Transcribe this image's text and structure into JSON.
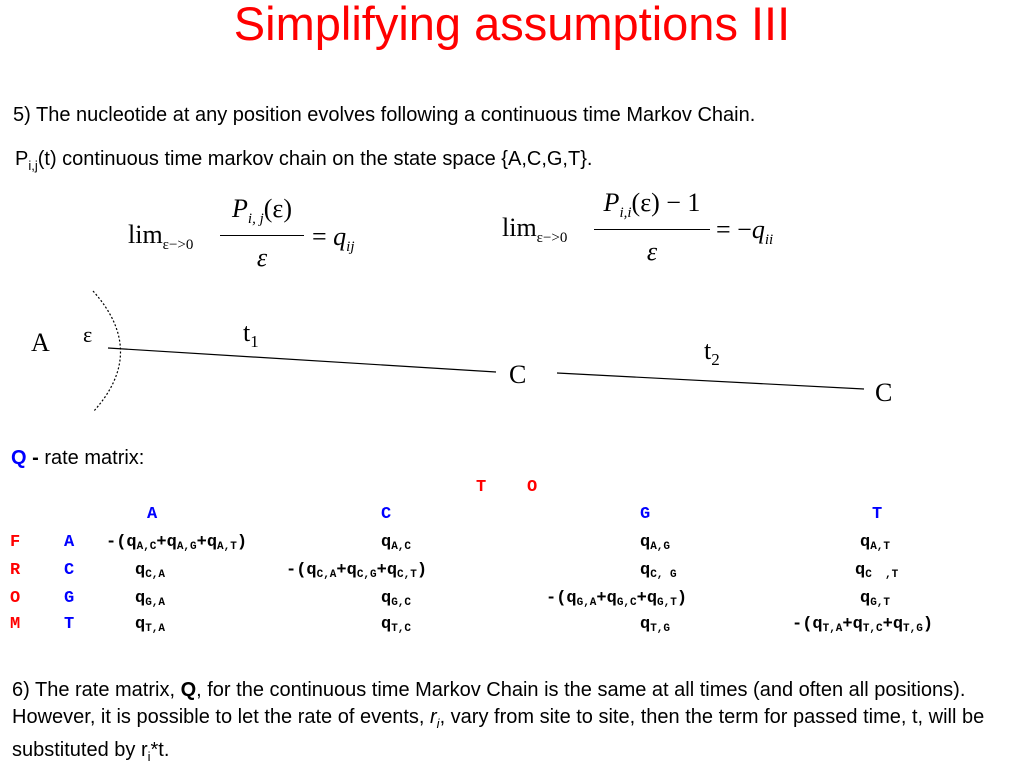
{
  "title": "Simplifying assumptions III",
  "point5": {
    "line1": "5) The nucleotide at any position evolves following a continuous time Markov Chain.",
    "p_symbol": "P",
    "p_sub": "i,j",
    "line2_rest": "(t) continuous time markov chain on the state space {A,C,G,T}."
  },
  "formula1": {
    "lim": "lim",
    "lim_sub": "ε−>0",
    "numerator_P": "P",
    "numerator_sub": "i, j",
    "numerator_arg": "(ε)",
    "denominator": "ε",
    "equals": "=",
    "rhs": "q",
    "rhs_sub": "ij"
  },
  "formula2": {
    "lim": "lim",
    "lim_sub": "ε−>0",
    "numerator_P": "P",
    "numerator_sub": "i,i",
    "numerator_arg": "(ε) − 1",
    "denominator": "ε",
    "equals": "= −",
    "rhs": "q",
    "rhs_sub": "ii"
  },
  "tree": {
    "node_a": "A",
    "epsilon": "ε",
    "t1_base": "t",
    "t1_sub": "1",
    "node_c1": "C",
    "t2_base": "t",
    "t2_sub": "2",
    "node_c2": "C"
  },
  "rate_matrix": {
    "q_label": "Q",
    "dash": " -",
    "label_rest": " rate matrix:",
    "to_label": "T    O",
    "from_letters": [
      "F",
      "R",
      "O",
      "M"
    ],
    "col_headers": [
      "A",
      "C",
      "G",
      "T"
    ],
    "row_headers": [
      "A",
      "C",
      "G",
      "T"
    ],
    "rows": [
      [
        "-(q|A,C|+q|A,G|+q|A,T|)",
        "q|A,C",
        "q|A,G",
        "q|A,T"
      ],
      [
        "q|C,A",
        "-(q|C,A|+q|C,G|+q|C,T|)",
        "q|C, G",
        "q|C  ,T"
      ],
      [
        "q|G,A",
        "q|G,C",
        "-(q|G,A|+q|G,C|+q|G,T|)",
        "q|G,T"
      ],
      [
        "q|T,A",
        "q|T,C",
        "q|T,G",
        "-(q|T,A|+q|T,C|+q|T,G|)"
      ]
    ]
  },
  "point6": {
    "p1": "6) The rate matrix, ",
    "q": "Q",
    "p2": ", for the continuous time Markov Chain is the same at all times (and often all positions).  However, it is possible to let the rate of events, ",
    "r": "r",
    "r_sub": "i",
    "p3": ", vary from site to site, then the term for passed time, t, will be substituted by r",
    "r2_sub": "i",
    "p4": "*t."
  }
}
